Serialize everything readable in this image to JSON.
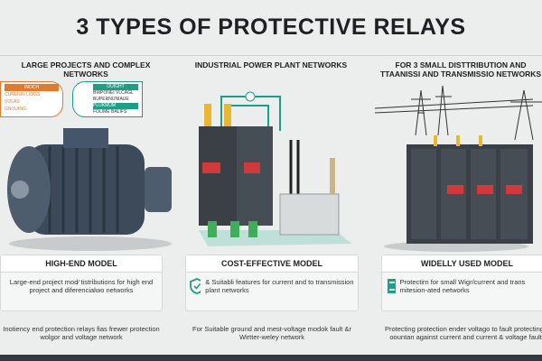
{
  "title": "3 TYPES OF PROTECTIVE RELAYS",
  "columns": [
    {
      "subtitle": "LARGE PROJECTS AND COMPLEX NETWORKS",
      "model": "HIGH-END MODEL",
      "card_text": "Large-end project mod⁄ tistributions for high end project and diferencialwo networks",
      "description": "Inotiency end protection relays fias frewer protection wolgor and voltage network",
      "labels_left": [
        "INOCH",
        "CURENIN LIOGS",
        "VOLAS",
        "GNOUING"
      ],
      "labels_right": [
        "OUIGHT",
        "BWPONEI VLCAGL",
        "BUPERNUNIAUE",
        "PLUKMUM",
        "FOLIME BALIFS"
      ]
    },
    {
      "subtitle": "INDUSTRIAL POWER PLANT NETWORKS",
      "model": "COST-EFFECTIVE MODEL",
      "card_text": "& Suitabli features for current and to transmission plant networks",
      "description": "For Suitable ground and mest-voltage modok fault &r Wirtter-weley network",
      "icon": "shield-check-icon"
    },
    {
      "subtitle": "FOR 3 SMALL DISTTRIBUTION AND TTAANISSI AND TRANSMISSIO NETWORKS",
      "model": "WIDELLY USED MODEL",
      "card_text": "Protectirn for small Wigr/current and trans mitesion-ated networks",
      "description": "Protecting protection ender voltago to fault protecting & oountan against current and current & voltage faults",
      "icon": "relay-module-icon"
    }
  ],
  "colors": {
    "accent": "#1f9e86",
    "orange": "#e07a2c",
    "dark": "#2d3a40"
  }
}
